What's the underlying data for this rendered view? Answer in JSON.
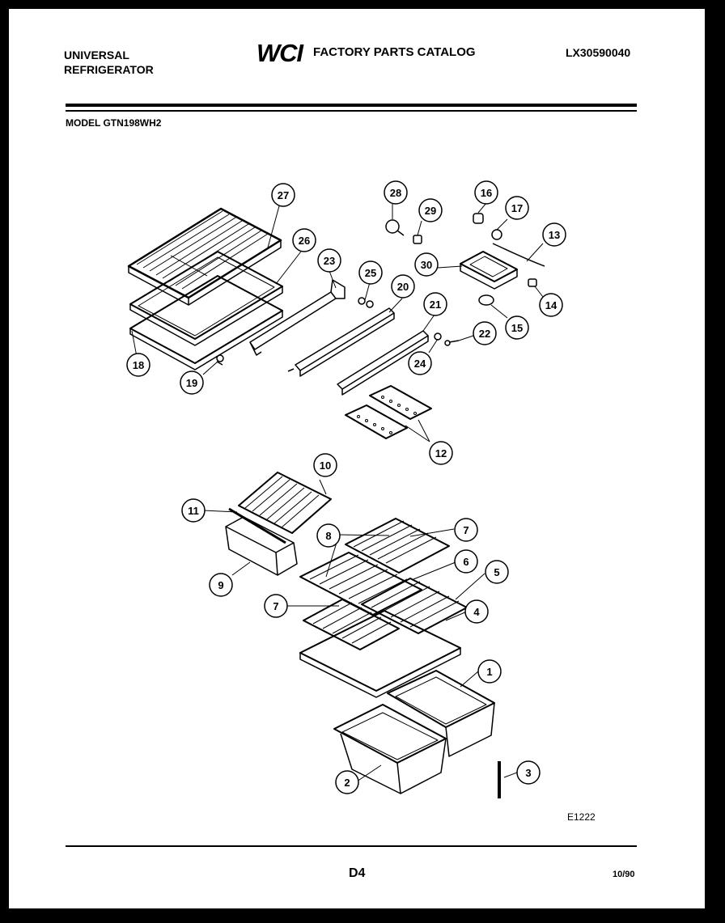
{
  "header": {
    "brand_line1": "UNIVERSAL",
    "brand_line2": "REFRIGERATOR",
    "logo_text": "WCI",
    "catalog_title": "FACTORY PARTS CATALOG",
    "catalog_number": "LX30590040"
  },
  "model_label": "MODEL GTN198WH2",
  "callouts": [
    "27",
    "26",
    "23",
    "25",
    "20",
    "21",
    "18",
    "19",
    "28",
    "29",
    "16",
    "17",
    "13",
    "30",
    "14",
    "15",
    "22",
    "24",
    "12",
    "10",
    "11",
    "8",
    "7",
    "6",
    "5",
    "9",
    "7",
    "4",
    "1",
    "2",
    "3"
  ],
  "figure_code": "E1222",
  "footer": {
    "page": "D4",
    "date": "10/90"
  },
  "colors": {
    "ink": "#000000",
    "paper": "#ffffff",
    "frame": "#000000"
  }
}
